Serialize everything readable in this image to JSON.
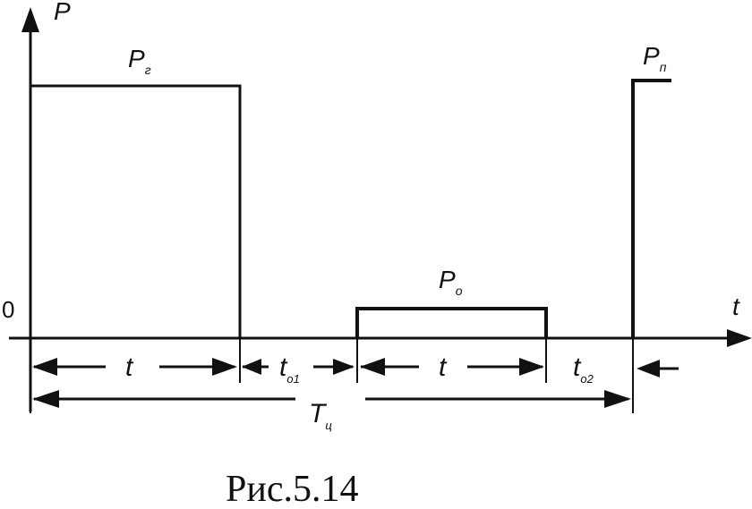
{
  "axes": {
    "y_label": "P",
    "x_label": "t",
    "origin_label": "0"
  },
  "pulses": {
    "first": {
      "label_main": "P",
      "label_sub": "г"
    },
    "second": {
      "label_main": "P",
      "label_sub": "о"
    },
    "third": {
      "label_main": "P",
      "label_sub": "п"
    }
  },
  "intervals": {
    "t1": {
      "main": "t",
      "sub": ""
    },
    "to1": {
      "main": "t",
      "sub": "о1"
    },
    "t2": {
      "main": "t",
      "sub": ""
    },
    "to2": {
      "main": "t",
      "sub": "о2"
    },
    "period": {
      "main": "T",
      "sub": "ц"
    }
  },
  "caption": "Рис.5.14",
  "colors": {
    "stroke": "#111111",
    "background": "#ffffff"
  }
}
